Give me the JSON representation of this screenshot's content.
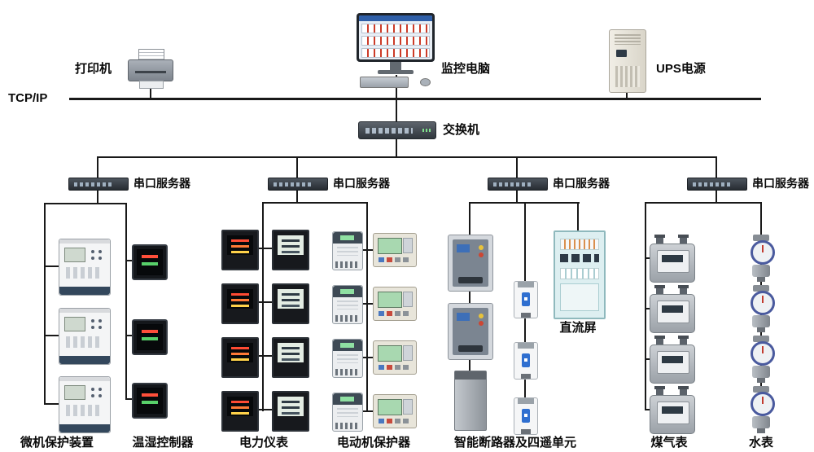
{
  "diagram": {
    "tcpip_label": "TCP/IP",
    "top_row": {
      "printer_label": "打印机",
      "computer_label": "监控电脑",
      "ups_label": "UPS电源"
    },
    "switch_label": "交换机",
    "serial_server_labels": [
      "串口服务器",
      "串口服务器",
      "串口服务器",
      "串口服务器"
    ],
    "dc_panel_label": "直流屏",
    "group_labels": {
      "protection": "微机保护装置",
      "temp_humidity": "温湿控制器",
      "power_meter": "电力仪表",
      "motor_protector": "电动机保护器",
      "breaker_telemetry": "智能断路器及四遥单元",
      "gas_meter": "煤气表",
      "water_meter": "水表"
    },
    "colors": {
      "line": "#191919",
      "background": "#ffffff"
    }
  }
}
